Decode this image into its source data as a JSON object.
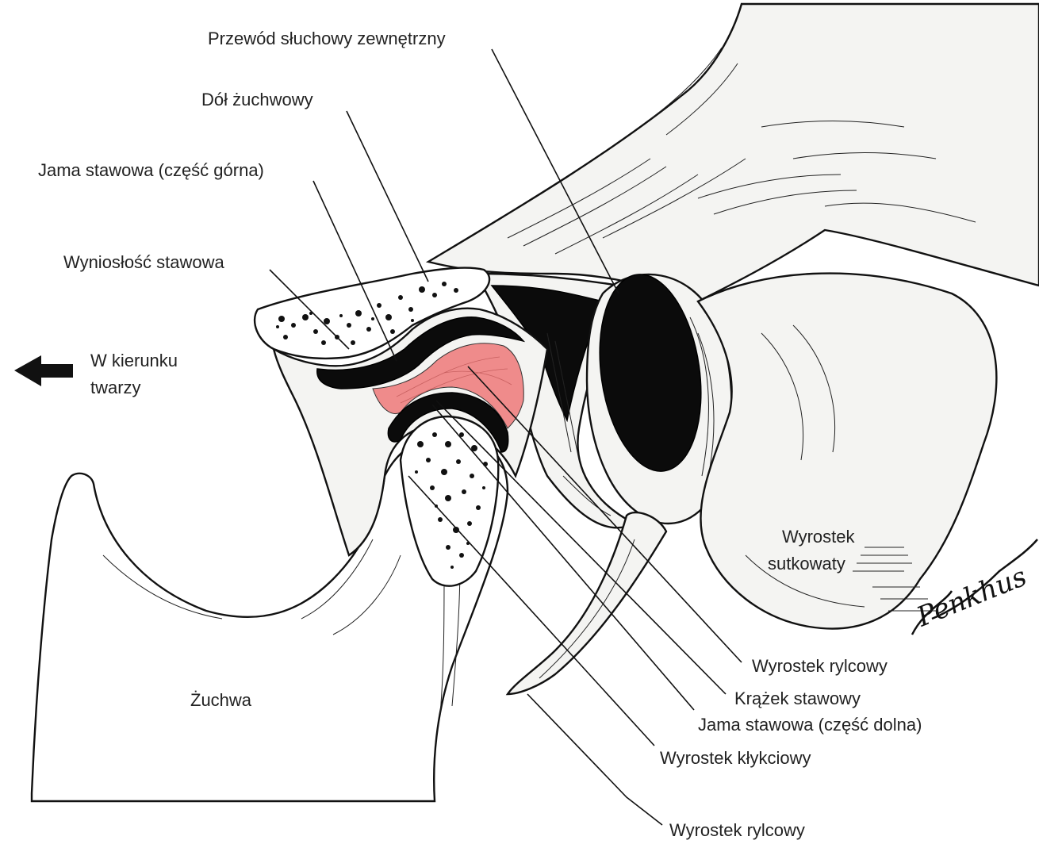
{
  "colors": {
    "disc": "#ef8b8b",
    "bone_outline": "#111111",
    "cavity": "#0b0b0b"
  },
  "labels": {
    "external_auditory_meatus": "Przewód słuchowy zewnętrzny",
    "mandibular_fossa": "Dół żuchwowy",
    "upper_joint_cavity": "Jama stawowa (część górna)",
    "articular_eminence": "Wyniosłość stawowa",
    "direction_line1": "W kierunku",
    "direction_line2": "twarzy",
    "mastoid_line1": "Wyrostek",
    "mastoid_line2": "sutkowaty",
    "styloid_upper": "Wyrostek rylcowy",
    "articular_disc": "Krążek stawowy",
    "lower_joint_cavity": "Jama stawowa (część dolna)",
    "condylar_process": "Wyrostek kłykciowy",
    "styloid_lower": "Wyrostek rylcowy",
    "mandible": "Żuchwa",
    "signature": "Penkhus"
  },
  "icons": {
    "direction": "arrow-left-icon"
  }
}
